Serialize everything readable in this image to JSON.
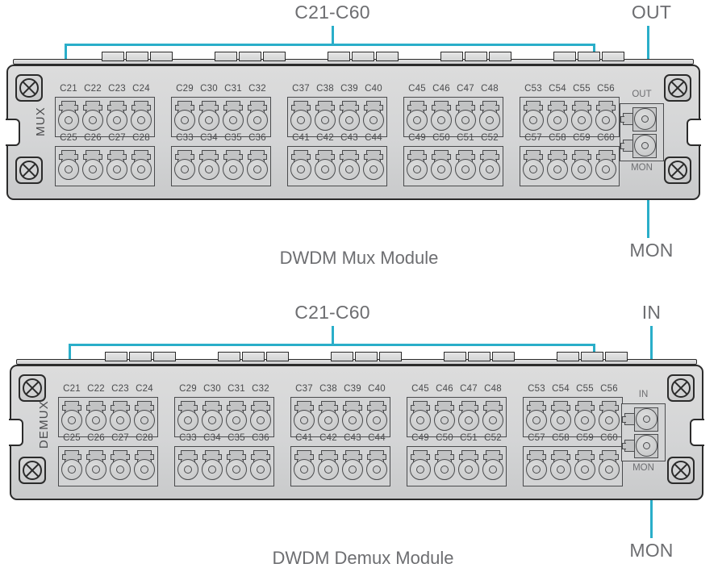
{
  "diagram": {
    "title_mux": "DWDM Mux Module",
    "title_demux": "DWDM Demux Module",
    "accent_color": "#2aaec9",
    "chassis_color": "#d4d5d6"
  },
  "mux": {
    "side_label": "MUX",
    "channel_callout": "C21-C60",
    "out_callout": "OUT",
    "mon_callout": "MON",
    "out_port_tag": "OUT",
    "mon_port_tag": "MON",
    "caption": "DWDM Mux Module",
    "top_row": [
      "C21",
      "C22",
      "C23",
      "C24",
      "C29",
      "C30",
      "C31",
      "C32",
      "C37",
      "C38",
      "C39",
      "C40",
      "C45",
      "C46",
      "C47",
      "C48",
      "C53",
      "C54",
      "C55",
      "C56"
    ],
    "bottom_row": [
      "C25",
      "C26",
      "C27",
      "C28",
      "C33",
      "C34",
      "C35",
      "C36",
      "C41",
      "C42",
      "C43",
      "C44",
      "C49",
      "C50",
      "C51",
      "C52",
      "C57",
      "C58",
      "C59",
      "C60"
    ]
  },
  "demux": {
    "side_label": "DEMUX",
    "channel_callout": "C21-C60",
    "in_callout": "IN",
    "mon_callout": "MON",
    "in_port_tag": "IN",
    "mon_port_tag": "MON",
    "caption": "DWDM Demux Module",
    "top_row": [
      "C21",
      "C22",
      "C23",
      "C24",
      "C29",
      "C30",
      "C31",
      "C32",
      "C37",
      "C38",
      "C39",
      "C40",
      "C45",
      "C46",
      "C47",
      "C48",
      "C53",
      "C54",
      "C55",
      "C56"
    ],
    "bottom_row": [
      "C25",
      "C26",
      "C27",
      "C28",
      "C33",
      "C34",
      "C35",
      "C36",
      "C41",
      "C42",
      "C43",
      "C44",
      "C49",
      "C50",
      "C51",
      "C52",
      "C57",
      "C58",
      "C59",
      "C60"
    ]
  }
}
